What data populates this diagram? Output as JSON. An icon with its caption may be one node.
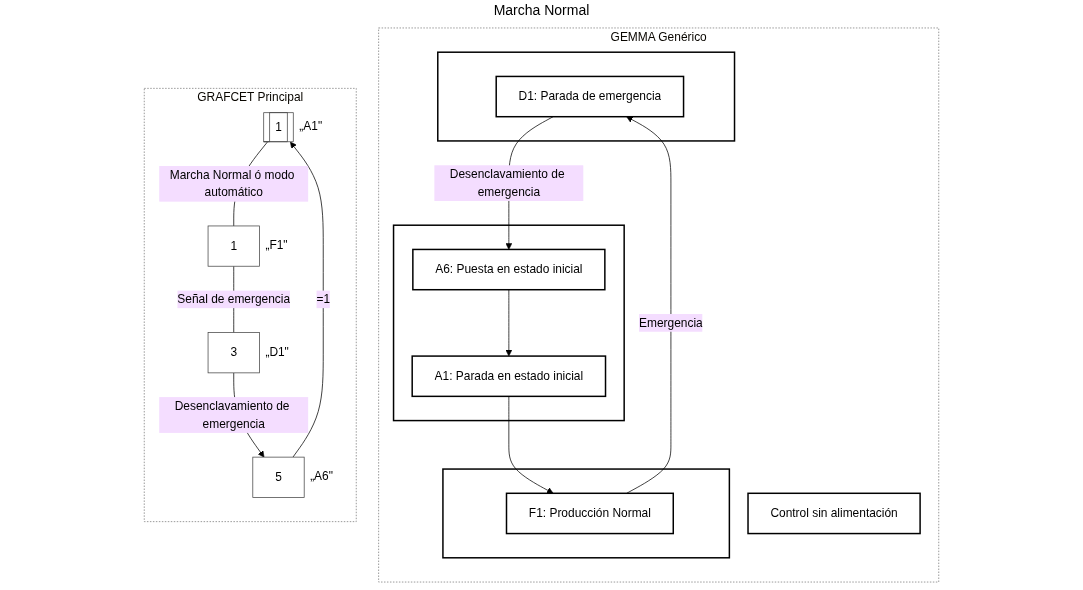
{
  "diagram": {
    "nodes": [
      {
        "text": [
          "GEMMA Genérico"
        ]
      },
      {
        "text": [
          "Control sin alimentación"
        ],
        "in": 0
      },
      {
        "text": [],
        "shape": "box",
        "in": 0
      },
      {
        "text": [
          "A6: Puesta en estado inicial"
        ],
        "in": 2
      },
      {
        "text": [
          "A1: Parada en estado inicial"
        ],
        "in": 2
      },
      {
        "text": [],
        "shape": "box",
        "in": 0
      },
      {
        "text": [
          "F1: Producción Normal"
        ],
        "in": 5
      },
      {
        "text": [],
        "shape": "box",
        "in": 0
      },
      {
        "text": [
          "D1: Parada de emergencia"
        ],
        "in": 7
      },
      {
        "text": [
          "GRAFCET Principal"
        ]
      },
      {
        "text": [
          "1"
        ],
        "beside": [
          "„A1\""
        ],
        "in": 9
      },
      {
        "text": [
          "1"
        ],
        "beside": [
          "„F1\""
        ],
        "in": 9
      },
      {
        "text": [
          "3"
        ],
        "beside": [
          "„D1\""
        ],
        "in": 9
      },
      {
        "text": [
          "5"
        ],
        "beside": [
          "„A6\""
        ],
        "in": 9
      }
    ],
    "edges": [
      {
        "from": 3,
        "to": 4,
        "arrow": "to"
      },
      {
        "from": 4,
        "to": 6,
        "arrow": "to"
      },
      {
        "from": 6,
        "to": 8,
        "label": "Emergencia",
        "arrow": "to"
      },
      {
        "from": 8,
        "to": 3,
        "label": "Desenclavamiento de emergencia",
        "arrow": "to"
      },
      {
        "from": 10,
        "to": 11,
        "label": "Marcha Normal ó modo automático",
        "arrow": "none"
      },
      {
        "from": 11,
        "to": 12,
        "label": "Señal de emergencia",
        "arrow": "none"
      },
      {
        "from": 12,
        "to": 13,
        "label": "Desenclavamiento de emergencia",
        "arrow": "to"
      },
      {
        "from": 13,
        "to": 10,
        "label": "=1",
        "arrow": "to"
      }
    ],
    "labels": [
      "Marcha Normal"
    ]
  }
}
